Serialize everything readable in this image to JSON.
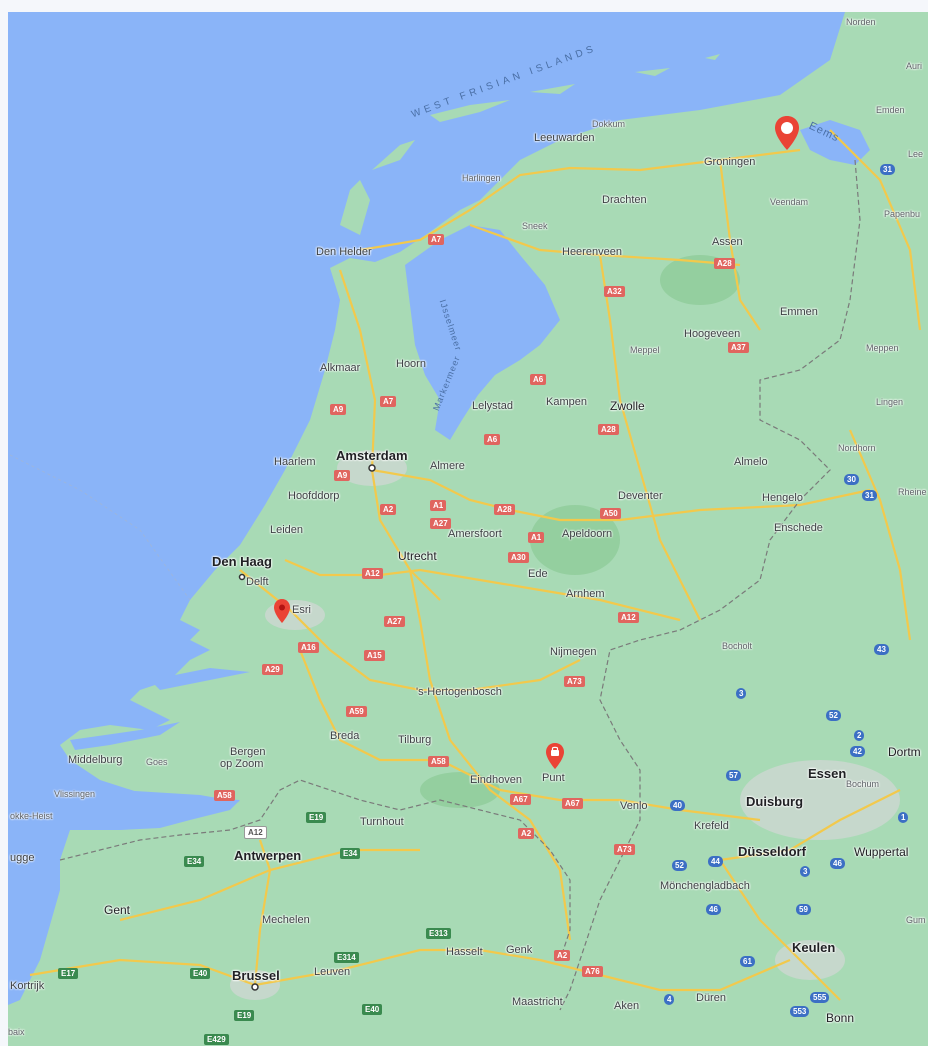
{
  "map": {
    "colors": {
      "water": "#8ab4f8",
      "land": "#a8dab5",
      "motorway": "#f2c94c",
      "border": "#7a7a7a",
      "pin": "#ea4335"
    },
    "regions": [
      {
        "id": "west-frisian-islands",
        "text": "WEST FRISIAN ISLANDS"
      },
      {
        "id": "ijsselmeer",
        "text": "IJsselmeer"
      },
      {
        "id": "markermeer",
        "text": "Markermeer"
      },
      {
        "id": "eems",
        "text": "Eems"
      }
    ],
    "places": [
      {
        "id": "norden",
        "text": "Norden",
        "size": "minor"
      },
      {
        "id": "aurich",
        "text": "Auri",
        "size": "minor"
      },
      {
        "id": "emden",
        "text": "Emden",
        "size": "minor"
      },
      {
        "id": "leer",
        "text": "Lee",
        "size": "minor"
      },
      {
        "id": "papenburg",
        "text": "Papenbu",
        "size": "minor"
      },
      {
        "id": "dokkum",
        "text": "Dokkum",
        "size": "minor"
      },
      {
        "id": "leeuwarden",
        "text": "Leeuwarden",
        "size": "normal"
      },
      {
        "id": "harlingen",
        "text": "Harlingen",
        "size": "minor"
      },
      {
        "id": "groningen",
        "text": "Groningen",
        "size": "normal"
      },
      {
        "id": "drachten",
        "text": "Drachten",
        "size": "normal"
      },
      {
        "id": "veendam",
        "text": "Veendam",
        "size": "minor"
      },
      {
        "id": "sneek",
        "text": "Sneek",
        "size": "minor"
      },
      {
        "id": "heerenveen",
        "text": "Heerenveen",
        "size": "normal"
      },
      {
        "id": "assen",
        "text": "Assen",
        "size": "normal"
      },
      {
        "id": "den-helder",
        "text": "Den Helder",
        "size": "normal"
      },
      {
        "id": "emmen",
        "text": "Emmen",
        "size": "normal"
      },
      {
        "id": "hoogeveen",
        "text": "Hoogeveen",
        "size": "normal"
      },
      {
        "id": "meppel",
        "text": "Meppel",
        "size": "minor"
      },
      {
        "id": "meppen",
        "text": "Meppen",
        "size": "minor"
      },
      {
        "id": "alkmaar",
        "text": "Alkmaar",
        "size": "normal"
      },
      {
        "id": "hoorn",
        "text": "Hoorn",
        "size": "normal"
      },
      {
        "id": "lelystad",
        "text": "Lelystad",
        "size": "normal"
      },
      {
        "id": "kampen",
        "text": "Kampen",
        "size": "normal"
      },
      {
        "id": "zwolle",
        "text": "Zwolle",
        "size": "med"
      },
      {
        "id": "lingen",
        "text": "Lingen",
        "size": "minor"
      },
      {
        "id": "nordhorn",
        "text": "Nordhorn",
        "size": "minor"
      },
      {
        "id": "haarlem",
        "text": "Haarlem",
        "size": "normal"
      },
      {
        "id": "amsterdam",
        "text": "Amsterdam",
        "size": "big"
      },
      {
        "id": "almere",
        "text": "Almere",
        "size": "normal"
      },
      {
        "id": "almelo",
        "text": "Almelo",
        "size": "normal"
      },
      {
        "id": "hoofddorp",
        "text": "Hoofddorp",
        "size": "normal"
      },
      {
        "id": "deventer",
        "text": "Deventer",
        "size": "normal"
      },
      {
        "id": "hengelo",
        "text": "Hengelo",
        "size": "normal"
      },
      {
        "id": "rheine",
        "text": "Rheine",
        "size": "minor"
      },
      {
        "id": "leiden",
        "text": "Leiden",
        "size": "normal"
      },
      {
        "id": "amersfoort",
        "text": "Amersfoort",
        "size": "normal"
      },
      {
        "id": "apeldoorn",
        "text": "Apeldoorn",
        "size": "normal"
      },
      {
        "id": "enschede",
        "text": "Enschede",
        "size": "normal"
      },
      {
        "id": "den-haag",
        "text": "Den Haag",
        "size": "big"
      },
      {
        "id": "utrecht",
        "text": "Utrecht",
        "size": "med"
      },
      {
        "id": "delft",
        "text": "Delft",
        "size": "normal"
      },
      {
        "id": "ede",
        "text": "Ede",
        "size": "normal"
      },
      {
        "id": "arnhem",
        "text": "Arnhem",
        "size": "normal"
      },
      {
        "id": "esri",
        "text": "Esri",
        "size": "normal"
      },
      {
        "id": "bocholt",
        "text": "Bocholt",
        "size": "minor"
      },
      {
        "id": "nijmegen",
        "text": "Nijmegen",
        "size": "normal"
      },
      {
        "id": "s-hertogenbosch",
        "text": "'s-Hertogenbosch",
        "size": "normal"
      },
      {
        "id": "breda",
        "text": "Breda",
        "size": "normal"
      },
      {
        "id": "tilburg",
        "text": "Tilburg",
        "size": "normal"
      },
      {
        "id": "bergen-op-zoom",
        "text": "Bergen",
        "size": "normal"
      },
      {
        "id": "bergen-op-zoom-2",
        "text": "op Zoom",
        "size": "normal"
      },
      {
        "id": "middelburg",
        "text": "Middelburg",
        "size": "normal"
      },
      {
        "id": "goes",
        "text": "Goes",
        "size": "minor"
      },
      {
        "id": "eindhoven",
        "text": "Eindhoven",
        "size": "normal"
      },
      {
        "id": "punt",
        "text": "Punt",
        "size": "normal"
      },
      {
        "id": "dortmund",
        "text": "Dortm",
        "size": "med"
      },
      {
        "id": "essen",
        "text": "Essen",
        "size": "big"
      },
      {
        "id": "bochum",
        "text": "Bochum",
        "size": "minor"
      },
      {
        "id": "vlissingen",
        "text": "Vlissingen",
        "size": "minor"
      },
      {
        "id": "knokke-heist",
        "text": "okke-Heist",
        "size": "minor"
      },
      {
        "id": "duisburg",
        "text": "Duisburg",
        "size": "big"
      },
      {
        "id": "turnhout",
        "text": "Turnhout",
        "size": "normal"
      },
      {
        "id": "venlo",
        "text": "Venlo",
        "size": "normal"
      },
      {
        "id": "krefeld",
        "text": "Krefeld",
        "size": "normal"
      },
      {
        "id": "brugge",
        "text": "ugge",
        "size": "normal"
      },
      {
        "id": "antwerpen",
        "text": "Antwerpen",
        "size": "big"
      },
      {
        "id": "dusseldorf",
        "text": "Düsseldorf",
        "size": "big"
      },
      {
        "id": "wuppertal",
        "text": "Wuppertal",
        "size": "med"
      },
      {
        "id": "monchengladbach",
        "text": "Mönchengladbach",
        "size": "normal"
      },
      {
        "id": "gent",
        "text": "Gent",
        "size": "med"
      },
      {
        "id": "mechelen",
        "text": "Mechelen",
        "size": "normal"
      },
      {
        "id": "gum",
        "text": "Gum",
        "size": "minor"
      },
      {
        "id": "hasselt",
        "text": "Hasselt",
        "size": "normal"
      },
      {
        "id": "genk",
        "text": "Genk",
        "size": "normal"
      },
      {
        "id": "keulen",
        "text": "Keulen",
        "size": "big"
      },
      {
        "id": "kortrijk",
        "text": "Kortrijk",
        "size": "normal"
      },
      {
        "id": "brussel",
        "text": "Brussel",
        "size": "big"
      },
      {
        "id": "leuven",
        "text": "Leuven",
        "size": "normal"
      },
      {
        "id": "maastricht",
        "text": "Maastricht",
        "size": "normal"
      },
      {
        "id": "aken",
        "text": "Aken",
        "size": "normal"
      },
      {
        "id": "duren",
        "text": "Düren",
        "size": "normal"
      },
      {
        "id": "bonn",
        "text": "Bonn",
        "size": "med"
      },
      {
        "id": "baix",
        "text": "baix",
        "size": "minor"
      }
    ],
    "roads": [
      {
        "id": "a7-north",
        "text": "A7",
        "kind": "a"
      },
      {
        "id": "a28-assen",
        "text": "A28",
        "kind": "a"
      },
      {
        "id": "a32",
        "text": "A32",
        "kind": "a"
      },
      {
        "id": "a37",
        "text": "A37",
        "kind": "a"
      },
      {
        "id": "a6-lelystad",
        "text": "A6",
        "kind": "a"
      },
      {
        "id": "a7-hoorn",
        "text": "A7",
        "kind": "a"
      },
      {
        "id": "a9-alkmaar",
        "text": "A9",
        "kind": "a"
      },
      {
        "id": "a28-zwolle",
        "text": "A28",
        "kind": "a"
      },
      {
        "id": "a6-almere",
        "text": "A6",
        "kind": "a"
      },
      {
        "id": "a9-haarlem",
        "text": "A9",
        "kind": "a"
      },
      {
        "id": "a2-amsterdam",
        "text": "A2",
        "kind": "a"
      },
      {
        "id": "a1",
        "text": "A1",
        "kind": "a"
      },
      {
        "id": "a27-almere",
        "text": "A27",
        "kind": "a"
      },
      {
        "id": "a28-amersfoort",
        "text": "A28",
        "kind": "a"
      },
      {
        "id": "a1-apeldoorn",
        "text": "A1",
        "kind": "a"
      },
      {
        "id": "a50",
        "text": "A50",
        "kind": "a"
      },
      {
        "id": "a30",
        "text": "A30",
        "kind": "a"
      },
      {
        "id": "a12-utrecht",
        "text": "A12",
        "kind": "a"
      },
      {
        "id": "a27-south",
        "text": "A27",
        "kind": "a"
      },
      {
        "id": "a12-arnhem",
        "text": "A12",
        "kind": "a"
      },
      {
        "id": "a16",
        "text": "A16",
        "kind": "a"
      },
      {
        "id": "a15",
        "text": "A15",
        "kind": "a"
      },
      {
        "id": "a29",
        "text": "A29",
        "kind": "a"
      },
      {
        "id": "a73-nijmegen",
        "text": "A73",
        "kind": "a"
      },
      {
        "id": "a59",
        "text": "A59",
        "kind": "a"
      },
      {
        "id": "a58-tilburg",
        "text": "A58",
        "kind": "a"
      },
      {
        "id": "a58-west",
        "text": "A58",
        "kind": "a"
      },
      {
        "id": "a67-eindhoven",
        "text": "A67",
        "kind": "a"
      },
      {
        "id": "a67-east",
        "text": "A67",
        "kind": "a"
      },
      {
        "id": "a2-south",
        "text": "A2",
        "kind": "a"
      },
      {
        "id": "a73-south",
        "text": "A73",
        "kind": "a"
      },
      {
        "id": "a2-maastricht",
        "text": "A2",
        "kind": "a"
      },
      {
        "id": "a76",
        "text": "A76",
        "kind": "a"
      },
      {
        "id": "a12-be",
        "text": "A12",
        "kind": "w"
      },
      {
        "id": "e19-north",
        "text": "E19",
        "kind": "e"
      },
      {
        "id": "e34-west",
        "text": "E34",
        "kind": "e"
      },
      {
        "id": "e34-east",
        "text": "E34",
        "kind": "e"
      },
      {
        "id": "e313",
        "text": "E313",
        "kind": "e"
      },
      {
        "id": "e314",
        "text": "E314",
        "kind": "e"
      },
      {
        "id": "e17",
        "text": "E17",
        "kind": "e"
      },
      {
        "id": "e40-west",
        "text": "E40",
        "kind": "e"
      },
      {
        "id": "e40-east",
        "text": "E40",
        "kind": "e"
      },
      {
        "id": "e19-south",
        "text": "E19",
        "kind": "e"
      },
      {
        "id": "e429",
        "text": "E429",
        "kind": "e"
      },
      {
        "id": "d31-north",
        "text": "31",
        "kind": "d"
      },
      {
        "id": "d30",
        "text": "30",
        "kind": "d"
      },
      {
        "id": "d31-south",
        "text": "31",
        "kind": "d"
      },
      {
        "id": "d43",
        "text": "43",
        "kind": "d"
      },
      {
        "id": "d3",
        "text": "3",
        "kind": "d"
      },
      {
        "id": "d52",
        "text": "52",
        "kind": "d"
      },
      {
        "id": "d42",
        "text": "42",
        "kind": "d"
      },
      {
        "id": "d2",
        "text": "2",
        "kind": "d"
      },
      {
        "id": "d57",
        "text": "57",
        "kind": "d"
      },
      {
        "id": "d40",
        "text": "40",
        "kind": "d"
      },
      {
        "id": "d1",
        "text": "1",
        "kind": "d"
      },
      {
        "id": "d44",
        "text": "44",
        "kind": "d"
      },
      {
        "id": "d46",
        "text": "46",
        "kind": "d"
      },
      {
        "id": "d52b",
        "text": "52",
        "kind": "d"
      },
      {
        "id": "d3b",
        "text": "3",
        "kind": "d"
      },
      {
        "id": "d59",
        "text": "59",
        "kind": "d"
      },
      {
        "id": "d46b",
        "text": "46",
        "kind": "d"
      },
      {
        "id": "d61",
        "text": "61",
        "kind": "d"
      },
      {
        "id": "d555",
        "text": "555",
        "kind": "d"
      },
      {
        "id": "d4",
        "text": "4",
        "kind": "d"
      },
      {
        "id": "d553",
        "text": "553",
        "kind": "d"
      }
    ],
    "markers": [
      {
        "id": "pin-groningen",
        "icon": "map-pin-outline-icon"
      },
      {
        "id": "pin-esri",
        "icon": "map-pin-icon"
      },
      {
        "id": "pin-punt",
        "icon": "shopping-pin-icon"
      }
    ]
  }
}
